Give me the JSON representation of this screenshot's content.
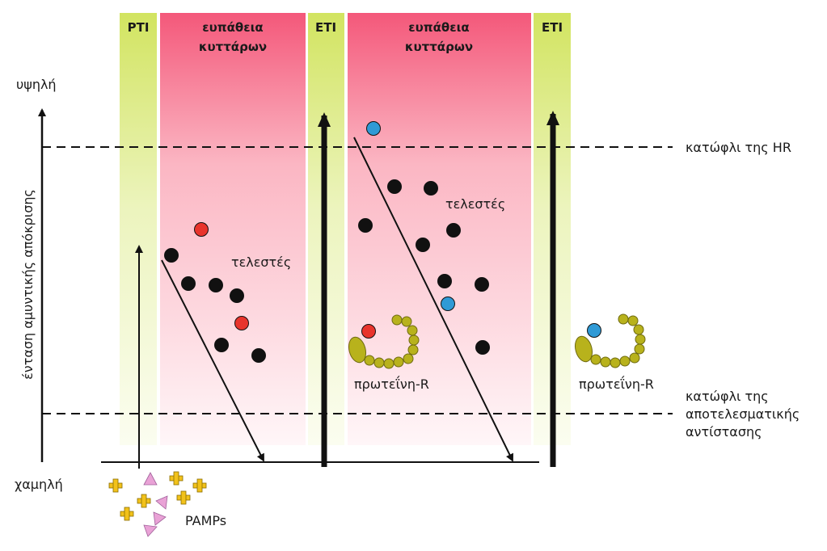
{
  "bands": {
    "pti": "PTI",
    "eti_1": "ETI",
    "eti_2": "ETI",
    "susceptibility_1_line1": "ευπάθεια",
    "susceptibility_1_line2": "κυττάρων",
    "susceptibility_2_line1": "ευπάθεια",
    "susceptibility_2_line2": "κυττάρων"
  },
  "axis": {
    "title": "ένταση αμυντικής απόκρισης",
    "high": "υψηλή",
    "low": "χαμηλή"
  },
  "thresholds": {
    "hr_label": "κατώφλι της HR",
    "resistance_line1": "κατώφλι της",
    "resistance_line2": "αποτελεσματικής",
    "resistance_line3": "αντίστασης"
  },
  "labels": {
    "effectors_1": "τελεστές",
    "effectors_2": "τελεστές",
    "r_protein_1": "πρωτεΐνη-R",
    "r_protein_2": "πρωτεΐνη-R",
    "pamps": "PAMPs"
  },
  "colors": {
    "pti_eti_band": "#e3ef9a",
    "susceptibility_band": "#f4587a",
    "effector_black": "#111111",
    "effector_red": "#e8342c",
    "effector_blue": "#2f9ad6",
    "r_protein": "#b8b21c",
    "pamp_cross": "#f2c21a",
    "pamp_triangle": "#e9a2d6"
  }
}
